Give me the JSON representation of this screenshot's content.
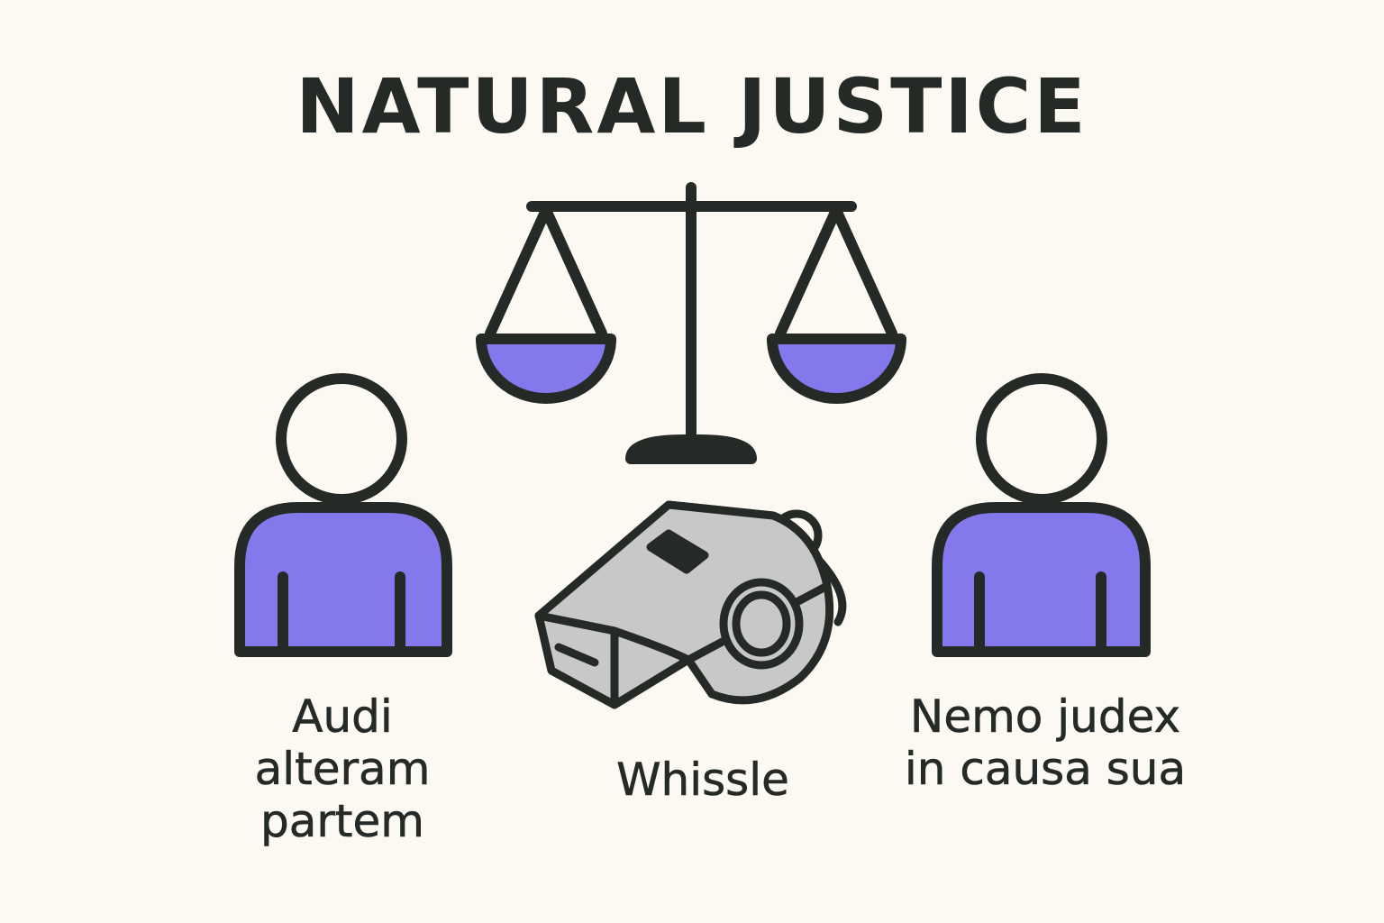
{
  "title": "NATURAL JUSTICE",
  "labels": {
    "left": [
      "Audi",
      "alteram",
      "partem"
    ],
    "center": "Whissle",
    "right": [
      "Nemo judex",
      "in causa sua"
    ]
  },
  "icons": {
    "scale": "scales-of-justice-icon",
    "left_person": "person-icon",
    "whistle": "whistle-icon",
    "right_person": "person-icon"
  },
  "colors": {
    "background": "#fcf9f3",
    "outline": "#262a27",
    "accent": "#8479ec",
    "whistle": "#c8c8c8"
  }
}
